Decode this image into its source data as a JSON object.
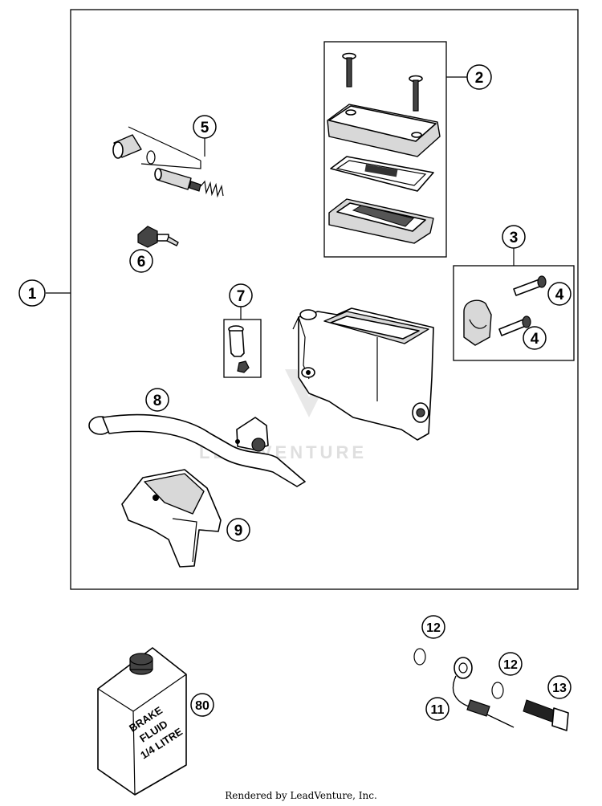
{
  "callouts": {
    "c1": "1",
    "c2": "2",
    "c3": "3",
    "c4a": "4",
    "c4b": "4",
    "c5": "5",
    "c6": "6",
    "c7": "7",
    "c8": "8",
    "c9": "9",
    "c11": "11",
    "c12a": "12",
    "c12b": "12",
    "c13": "13",
    "c80": "80"
  },
  "bottle": {
    "line1": "BRAKE",
    "line2": "FLUID",
    "line3": "1/4 LITRE"
  },
  "watermark": "LEADVENTURE",
  "footer": "Rendered by LeadVenture, Inc."
}
